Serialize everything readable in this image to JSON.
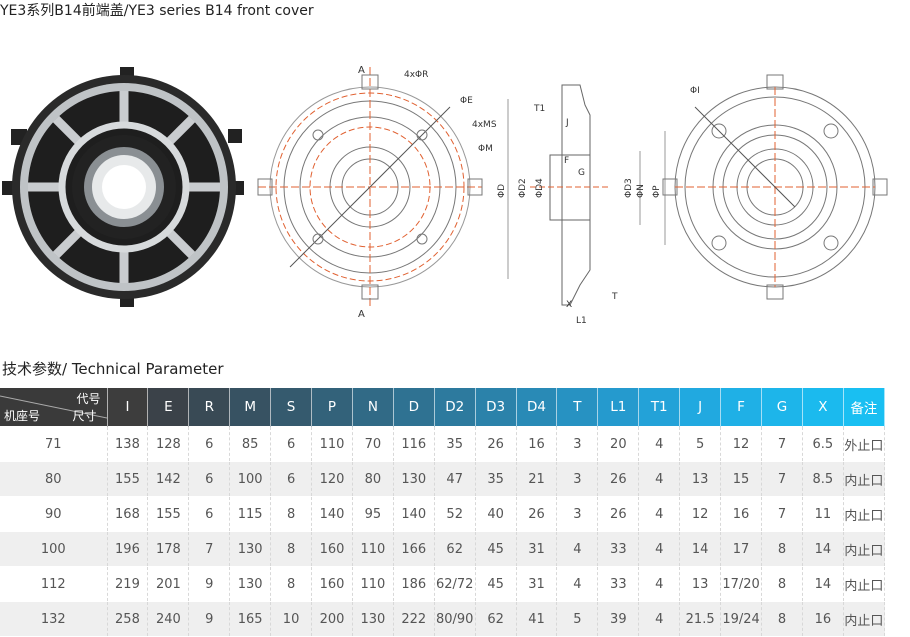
{
  "page_title": "YE3系列B14前端盖/YE3 series B14 front cover",
  "section_title": "技术参数/ Technical Parameter",
  "drawing_labels": {
    "a_top": "A",
    "a_bottom": "A",
    "r": "4xΦR",
    "e": "ΦE",
    "ms": "4xMS",
    "m": "ΦM",
    "t1": "T1",
    "j": "J",
    "f": "F",
    "g": "G",
    "d": "ΦD",
    "d2": "ΦD2",
    "d4": "ΦD4",
    "d3": "ΦD3",
    "n": "ΦN",
    "p": "ΦP",
    "x": "X",
    "t": "T",
    "l1": "L1",
    "i": "ΦI"
  },
  "table": {
    "corner_code": "代号",
    "corner_size": "尺寸",
    "corner_frame": "机座号",
    "headers": [
      "I",
      "E",
      "R",
      "M",
      "S",
      "P",
      "N",
      "D",
      "D2",
      "D3",
      "D4",
      "T",
      "L1",
      "T1",
      "J",
      "F",
      "G",
      "X",
      "备注"
    ],
    "header_colors": [
      "#3d3d3d",
      "#3b4249",
      "#394a55",
      "#375262",
      "#355a6e",
      "#33627a",
      "#316a86",
      "#2f7292",
      "#2d7a9e",
      "#2b82aa",
      "#298ab6",
      "#2792c2",
      "#259ace",
      "#23a2d8",
      "#21a9e0",
      "#1fb0e6",
      "#1db5ea",
      "#1bbaee",
      "#19bff2"
    ],
    "rows": [
      [
        "71",
        "138",
        "128",
        "6",
        "85",
        "6",
        "110",
        "70",
        "116",
        "35",
        "26",
        "16",
        "3",
        "20",
        "4",
        "5",
        "12",
        "7",
        "6.5",
        "外止口"
      ],
      [
        "80",
        "155",
        "142",
        "6",
        "100",
        "6",
        "120",
        "80",
        "130",
        "47",
        "35",
        "21",
        "3",
        "26",
        "4",
        "13",
        "15",
        "7",
        "8.5",
        "内止口"
      ],
      [
        "90",
        "168",
        "155",
        "6",
        "115",
        "8",
        "140",
        "95",
        "140",
        "52",
        "40",
        "26",
        "3",
        "26",
        "4",
        "12",
        "16",
        "7",
        "11",
        "内止口"
      ],
      [
        "100",
        "196",
        "178",
        "7",
        "130",
        "8",
        "160",
        "110",
        "166",
        "62",
        "45",
        "31",
        "4",
        "33",
        "4",
        "14",
        "17",
        "8",
        "14",
        "内止口"
      ],
      [
        "112",
        "219",
        "201",
        "9",
        "130",
        "8",
        "160",
        "110",
        "186",
        "62/72",
        "45",
        "31",
        "4",
        "33",
        "4",
        "13",
        "17/20",
        "8",
        "14",
        "内止口"
      ],
      [
        "132",
        "258",
        "240",
        "9",
        "165",
        "10",
        "200",
        "130",
        "222",
        "80/90",
        "62",
        "41",
        "5",
        "39",
        "4",
        "21.5",
        "19/24",
        "8",
        "16",
        "内止口"
      ]
    ]
  }
}
